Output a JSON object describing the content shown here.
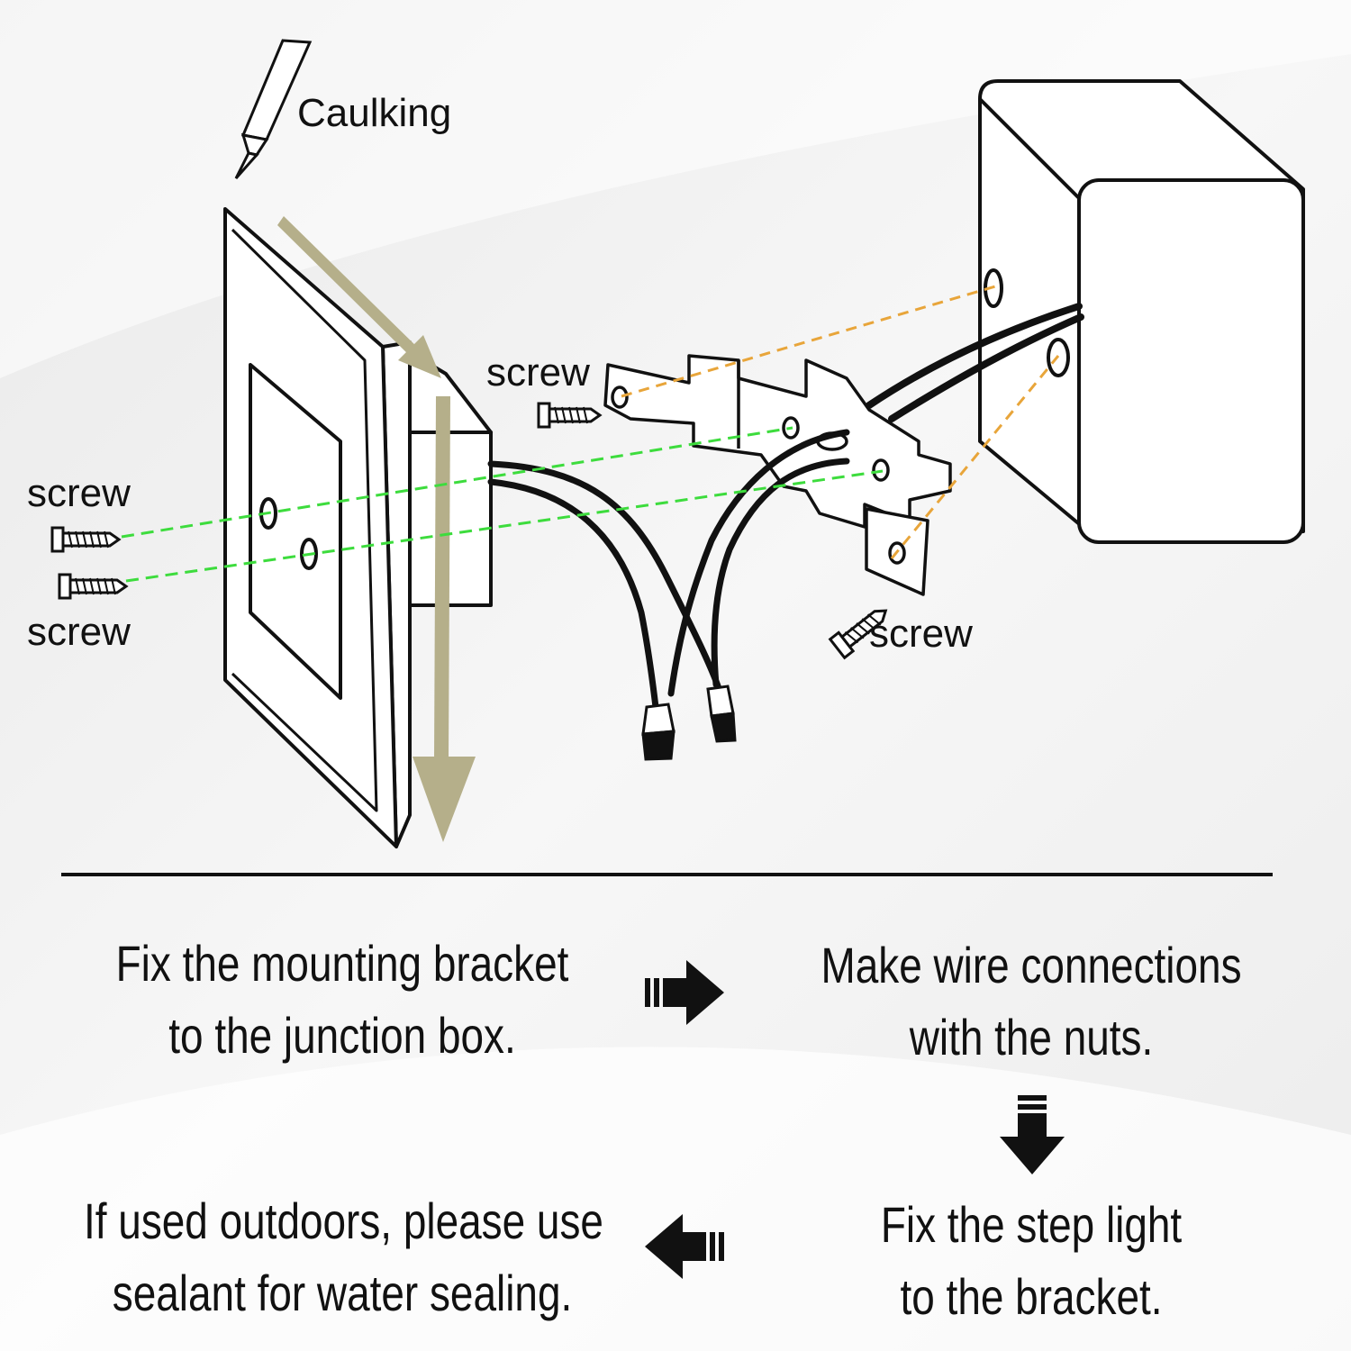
{
  "labels": {
    "caulking": "Caulking",
    "screw_bracket_top": "screw",
    "screw_left_top": "screw",
    "screw_left_bottom": "screw",
    "screw_bracket_bottom": "screw"
  },
  "steps": {
    "step1": {
      "line1": "Fix the mounting bracket",
      "line2": "to the junction box."
    },
    "step2": {
      "line1": "Make wire connections",
      "line2": "with the nuts."
    },
    "step3": {
      "line1": "Fix the step light",
      "line2": "to the bracket."
    },
    "step4": {
      "line1": "If used outdoors, please use",
      "line2": "sealant for water sealing."
    }
  },
  "arrows": {
    "step1_to_step2": "right-arrow-icon",
    "step2_to_step3": "down-arrow-icon",
    "step3_to_step4": "left-arrow-icon"
  },
  "colors": {
    "green_guide": "#3ddc3d",
    "orange_guide": "#e8a53a",
    "caulk_arrow": "#b5af8a",
    "line": "#111111",
    "background": "#f2f2f2"
  }
}
